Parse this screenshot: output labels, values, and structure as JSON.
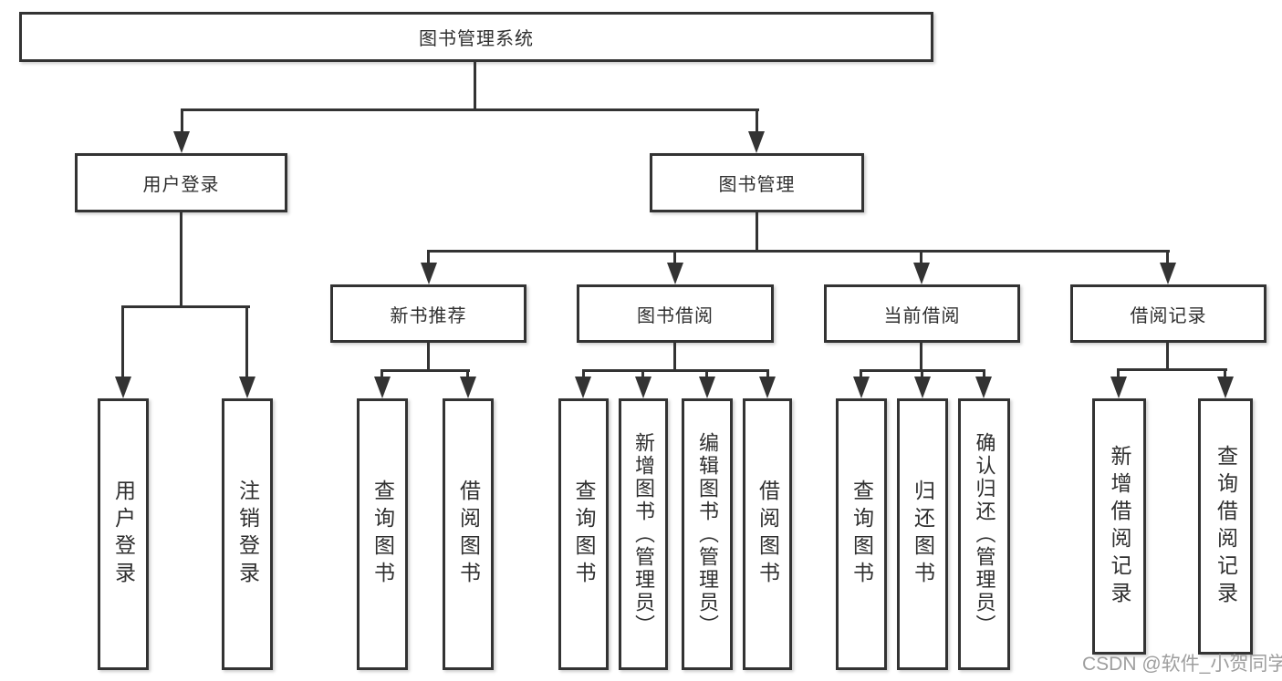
{
  "tree": {
    "label": "图书管理系统",
    "children": [
      {
        "label": "用户登录",
        "children": [
          {
            "label": "用户登录"
          },
          {
            "label": "注销登录"
          }
        ]
      },
      {
        "label": "图书管理",
        "children": [
          {
            "label": "新书推荐",
            "children": [
              {
                "label": "查询图书"
              },
              {
                "label": "借阅图书"
              }
            ]
          },
          {
            "label": "图书借阅",
            "children": [
              {
                "label": "查询图书"
              },
              {
                "label": "新增图书（管理员）"
              },
              {
                "label": "编辑图书（管理员）"
              },
              {
                "label": "借阅图书"
              }
            ]
          },
          {
            "label": "当前借阅",
            "children": [
              {
                "label": "查询图书"
              },
              {
                "label": "归还图书"
              },
              {
                "label": "确认归还（管理员）"
              }
            ]
          },
          {
            "label": "借阅记录",
            "children": [
              {
                "label": "新增借阅记录"
              },
              {
                "label": "查询借阅记录"
              }
            ]
          }
        ]
      }
    ]
  },
  "watermark": "CSDN @软件_小贺同学",
  "colors": {
    "line": "#333333",
    "text": "#2f2f2f",
    "watermark": "#9e9e9e",
    "background": "#ffffff"
  }
}
